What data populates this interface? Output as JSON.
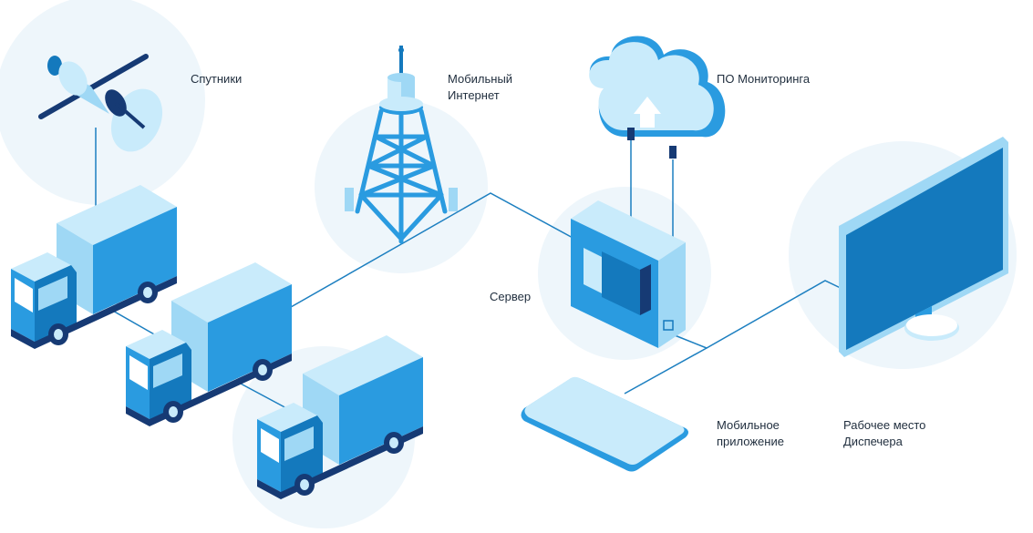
{
  "labels": {
    "satellites": "Спутники",
    "mobile_internet_line1": "Мобильный",
    "mobile_internet_line2": "Интернет",
    "monitoring_software": "ПО Мониторинга",
    "server": "Сервер",
    "mobile_app_line1": "Мобильное",
    "mobile_app_line2": "приложение",
    "dispatcher_line1": "Рабочее место",
    "dispatcher_line2": "Диспечера"
  },
  "colors": {
    "halo": "#eef6fb",
    "line": "#1c7fc0",
    "dark_blue": "#1479bd",
    "mid_blue": "#2a9be0",
    "light_blue": "#9fd8f5",
    "pale_blue": "#c9ebfb",
    "navy": "#163a74",
    "text": "#1f2d3d"
  }
}
